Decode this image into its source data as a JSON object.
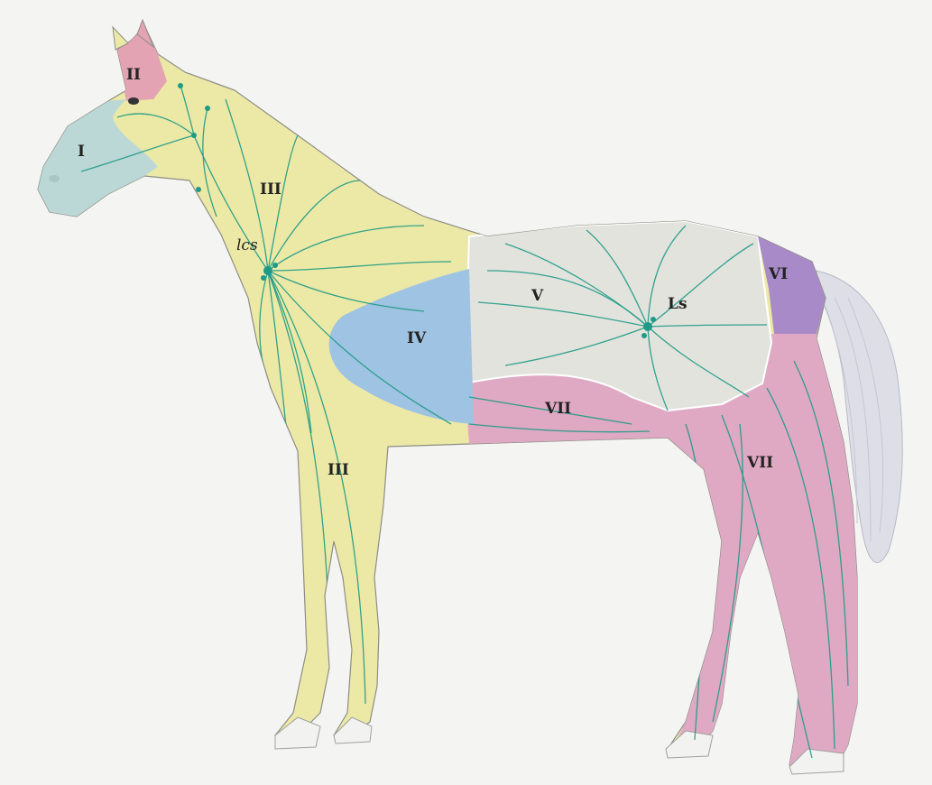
{
  "colors": {
    "background": "#f4f4f2",
    "region_I": "#bcd8d6",
    "region_II": "#e3a3b2",
    "region_III": "#ece9a6",
    "region_IV": "#9fc3e2",
    "region_V": "#e3e3dd",
    "region_VI": "#a98ac8",
    "region_VII": "#dfa9c3",
    "tail": "#dedfe6",
    "hoof": "#f2f2f0",
    "vessel": "#1e9a86"
  },
  "labels": {
    "I": "I",
    "II": "II",
    "III_neck": "III",
    "III_leg": "III",
    "IV": "IV",
    "V": "V",
    "VI": "VI",
    "VII_belly": "VII",
    "VII_leg": "VII",
    "lcs": "lcs",
    "ls": "Ls"
  }
}
